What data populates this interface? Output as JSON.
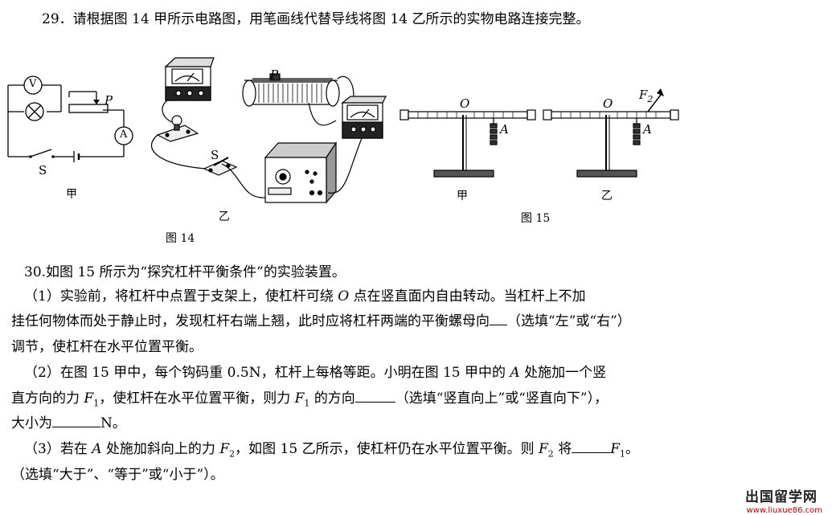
{
  "q29": {
    "text": "29．请根据图 14 甲所示电路图，用笔画线代替导线将图 14 乙所示的实物电路连接完整。"
  },
  "fig14": {
    "caption": "图 14",
    "jia_label": "甲",
    "yi_label": "乙",
    "labels": {
      "voltmeter": "V",
      "ammeter": "A",
      "slider": "P",
      "switch_left": "S",
      "switch_right": "S",
      "rheostat_slider": "P"
    }
  },
  "fig15": {
    "caption": "图 15",
    "jia_label": "甲",
    "yi_label": "乙",
    "labels": {
      "pivot_left": "O",
      "point_left": "A",
      "pivot_right": "O",
      "point_right": "A",
      "force": "F",
      "force_sub": "2"
    }
  },
  "q30": {
    "title": "30.如图 15 所示为“探究杠杆平衡条件”的实验装置。",
    "p1_line1_a": "（1）实验前，将杠杆中点置于支架上，使杠杆可绕",
    "p1_line1_o": "O",
    "p1_line1_b": "点在竖直面内自由转动。当杠杆上不加",
    "p1_line2_a": "挂任何物体而处于静止时，发现杠杆右端上翘，此时应将杠杆两端的平衡螺母向",
    "p1_line2_b": "（选填“左”或“右”）",
    "p1_line3": "调节，使杠杆在水平位置平衡。",
    "p2_line1_a": "（2）在图 15 甲中，每个钩码重 0.5N，杠杆上每格等距。小明在图 15 甲中的",
    "p2_line1_a_var": "A",
    "p2_line1_b": "处施加一个竖",
    "p2_line2_a": "直方向的力",
    "p2_line2_f": "F",
    "p2_line2_sub": "1",
    "p2_line2_b": "，使杠杆在水平位置平衡，则力",
    "p2_line2_c": "的方向",
    "p2_line2_d": "（选填“竖直向上”或“竖直向下”），",
    "p2_line3_a": "大小为",
    "p2_line3_b": "N。",
    "p3_line1_a": "（3）若在",
    "p3_line1_var": "A",
    "p3_line1_b": "处施加斜向上的力",
    "p3_line1_f2": "F",
    "p3_line1_sub2": "2",
    "p3_line1_c": "，如图 15 乙所示，使杠杆仍在水平位置平衡。则",
    "p3_line1_d": "将",
    "p3_line1_f1": "F",
    "p3_line1_sub1": "1",
    "p3_line1_e": "。",
    "p3_line2": "（选填“大于”、“等于”或“小于”）。"
  },
  "watermark": {
    "cn": "出国留学网",
    "url": "www.liuxue86.com"
  }
}
